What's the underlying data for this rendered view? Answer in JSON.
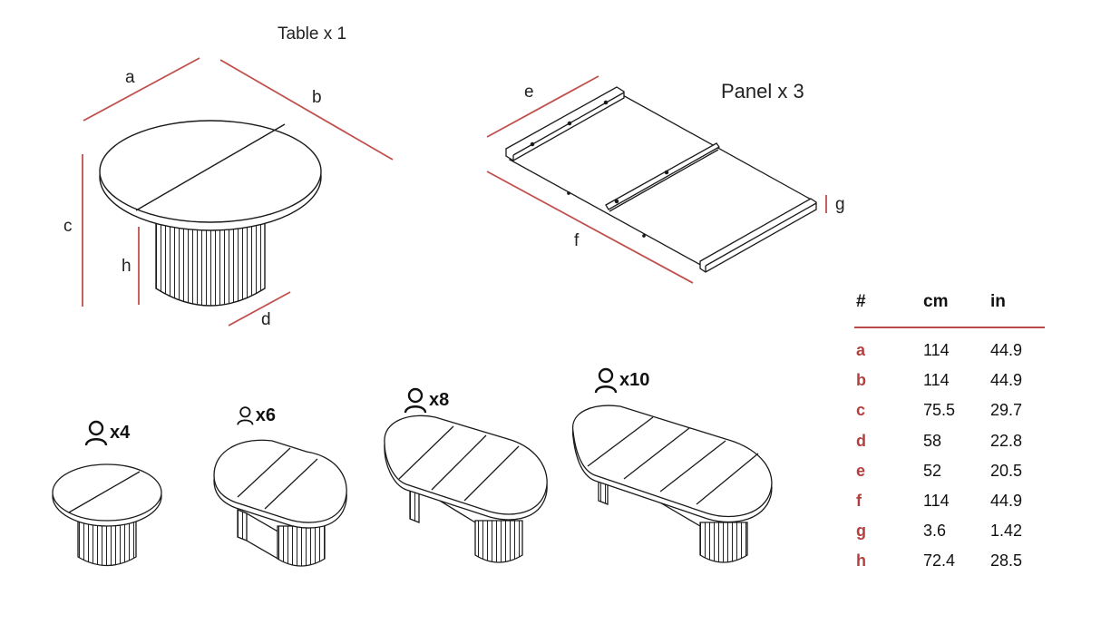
{
  "titles": {
    "table": "Table x 1",
    "panel": "Panel x 3"
  },
  "dim_labels": {
    "a": "a",
    "b": "b",
    "c": "c",
    "h": "h",
    "d": "d",
    "e": "e",
    "f": "f",
    "g": "g"
  },
  "seating": [
    {
      "count": "x4"
    },
    {
      "count": "x6"
    },
    {
      "count": "x8"
    },
    {
      "count": "x10"
    }
  ],
  "dimension_table": {
    "headers": [
      "#",
      "cm",
      "in"
    ],
    "rows": [
      {
        "key": "a",
        "cm": "114",
        "in": "44.9"
      },
      {
        "key": "b",
        "cm": "114",
        "in": "44.9"
      },
      {
        "key": "c",
        "cm": "75.5",
        "in": "29.7"
      },
      {
        "key": "d",
        "cm": "58",
        "in": "22.8"
      },
      {
        "key": "e",
        "cm": "52",
        "in": "20.5"
      },
      {
        "key": "f",
        "cm": "114",
        "in": "44.9"
      },
      {
        "key": "g",
        "cm": "3.6",
        "in": "1.42"
      },
      {
        "key": "h",
        "cm": "72.4",
        "in": "28.5"
      }
    ]
  },
  "colors": {
    "dimension_line": "#c0504d",
    "drawing": "#1a1a1a",
    "table_key": "#b3403f"
  }
}
